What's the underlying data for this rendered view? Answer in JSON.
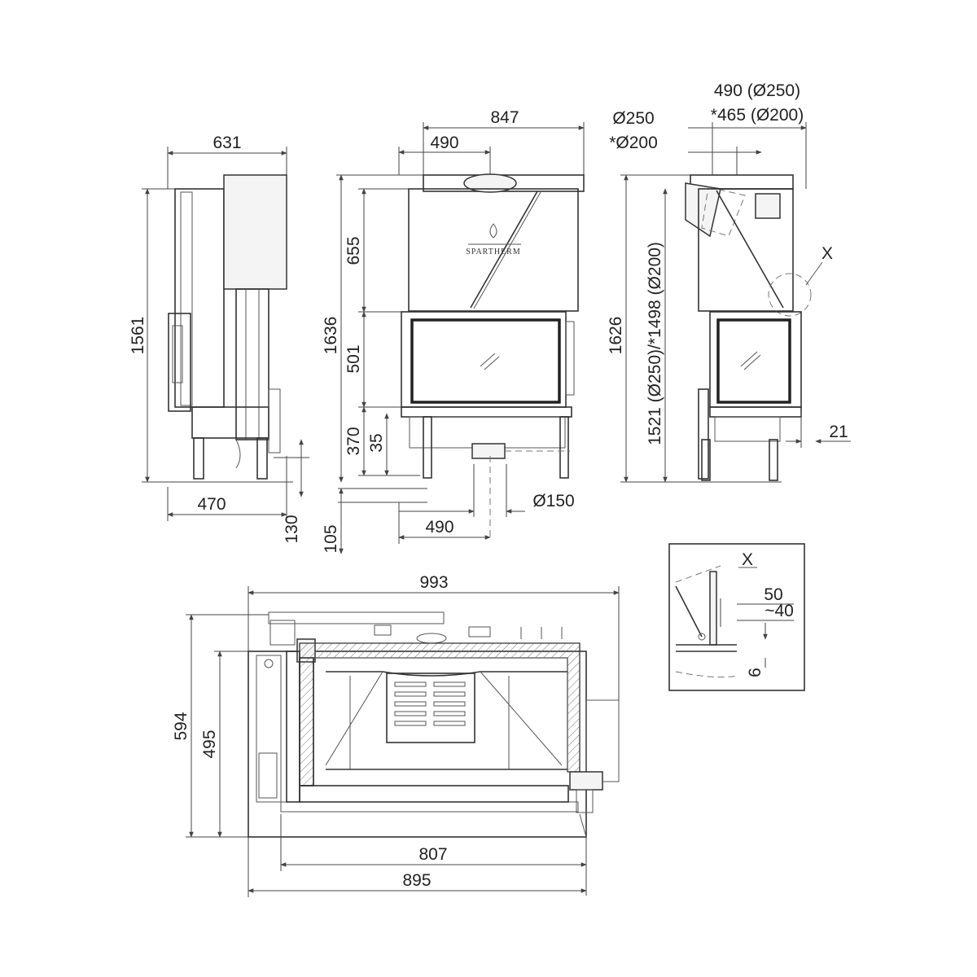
{
  "side_view": {
    "width": "631",
    "height": "1561",
    "base_depth": "470",
    "foot_height": "130"
  },
  "front_view": {
    "width": "847",
    "flue_offset": "490",
    "total_height": "1636",
    "upper_height": "655",
    "door_height": "501",
    "lower_height": "370",
    "lower_offset": "35",
    "foot_height": "105",
    "air_offset": "490",
    "air_diameter": "Ø150",
    "brand": "SPARTHERM"
  },
  "right_view": {
    "flue_d1": "Ø250",
    "flue_d2": "*Ø200",
    "offset_1": "490 (Ø250)",
    "offset_2": "*465 (Ø200)",
    "height": "1626",
    "flue_height": "1521 (Ø250)/*1498 (Ø200)",
    "gap": "21",
    "detail_marker": "X"
  },
  "detail_x": {
    "label": "X",
    "dim_1": "50",
    "dim_2": "~40",
    "dim_3": "6"
  },
  "plan_view": {
    "overall_width": "993",
    "overall_depth": "594",
    "inner_depth": "495",
    "opening_width": "807",
    "body_width": "895"
  }
}
